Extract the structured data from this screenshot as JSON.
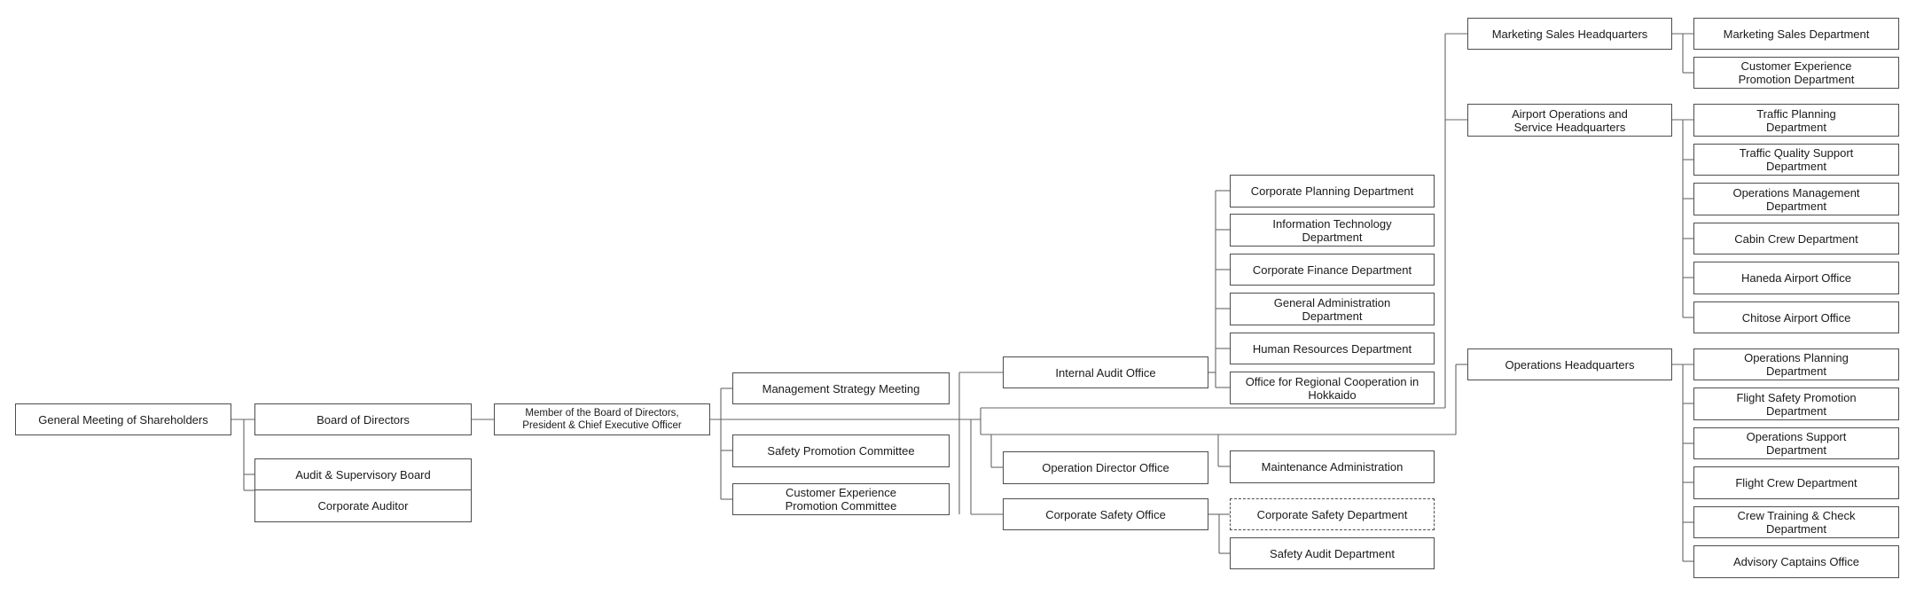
{
  "nodes": {
    "shareholders": "General Meeting of Shareholders",
    "board": "Board of Directors",
    "audit_board": "Audit & Supervisory Board",
    "corporate_auditor": "Corporate Auditor",
    "president": "Member of the Board of Directors,\nPresident & Chief Executive Officer",
    "mgmt_strategy": "Management Strategy Meeting",
    "safety_promo_committee": "Safety Promotion Committee",
    "cx_promo_committee": "Customer Experience\nPromotion Committee",
    "internal_audit": "Internal Audit Office",
    "corp_planning": "Corporate Planning Department",
    "it_dept": "Information Technology\nDepartment",
    "corp_finance": "Corporate Finance Department",
    "gen_admin": "General Administration\nDepartment",
    "hr_dept": "Human Resources Department",
    "regional_hokkaido": "Office for Regional Cooperation in\nHokkaido",
    "op_director": "Operation Director Office",
    "maintenance_admin": "Maintenance Administration",
    "corp_safety_office": "Corporate Safety Office",
    "corp_safety_dept": "Corporate Safety Department",
    "safety_audit": "Safety Audit Department",
    "marketing_hq": "Marketing Sales Headquarters",
    "airport_hq": "Airport Operations and\nService Headquarters",
    "operations_hq": "Operations Headquarters",
    "marketing_sales_dept": "Marketing Sales Department",
    "cx_promo_dept": "Customer Experience\nPromotion Department",
    "traffic_planning": "Traffic Planning\nDepartment",
    "traffic_quality": "Traffic Quality Support\nDepartment",
    "operations_mgmt": "Operations Management\nDepartment",
    "cabin_crew": "Cabin Crew Department",
    "haneda": "Haneda Airport Office",
    "chitose": "Chitose Airport Office",
    "operations_planning": "Operations Planning\nDepartment",
    "flight_safety_promo": "Flight Safety Promotion\nDepartment",
    "operations_support": "Operations Support\nDepartment",
    "flight_crew": "Flight Crew Department",
    "crew_training": "Crew Training & Check\nDepartment",
    "advisory_captains": "Advisory Captains Office"
  }
}
